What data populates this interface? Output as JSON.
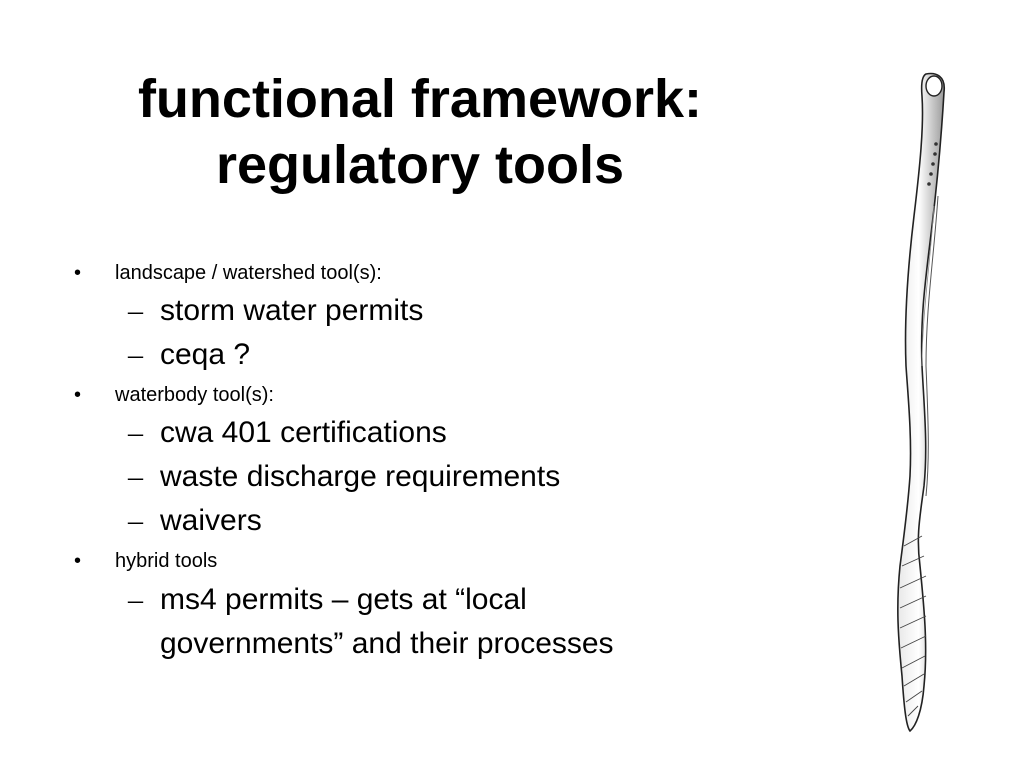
{
  "title": {
    "line1": "functional framework:",
    "line2": "regulatory tools"
  },
  "bullets": {
    "b1": {
      "marker": "•",
      "label": "landscape / watershed tool(s):",
      "items": [
        {
          "marker": "–",
          "label": "storm water permits"
        },
        {
          "marker": "–",
          "label": "ceqa ?"
        }
      ]
    },
    "b2": {
      "marker": "•",
      "label": "waterbody tool(s):",
      "items": [
        {
          "marker": "–",
          "label": "cwa 401 certifications"
        },
        {
          "marker": "–",
          "label": "waste discharge requirements"
        },
        {
          "marker": "–",
          "label": "waivers"
        }
      ]
    },
    "b3": {
      "marker": "•",
      "label": "hybrid tools",
      "items": [
        {
          "marker": "–",
          "label": "ms4 permits – gets at “local",
          "continuation": "governments” and their processes"
        }
      ]
    }
  },
  "illustration": {
    "icon": "eel-illustration-icon"
  }
}
